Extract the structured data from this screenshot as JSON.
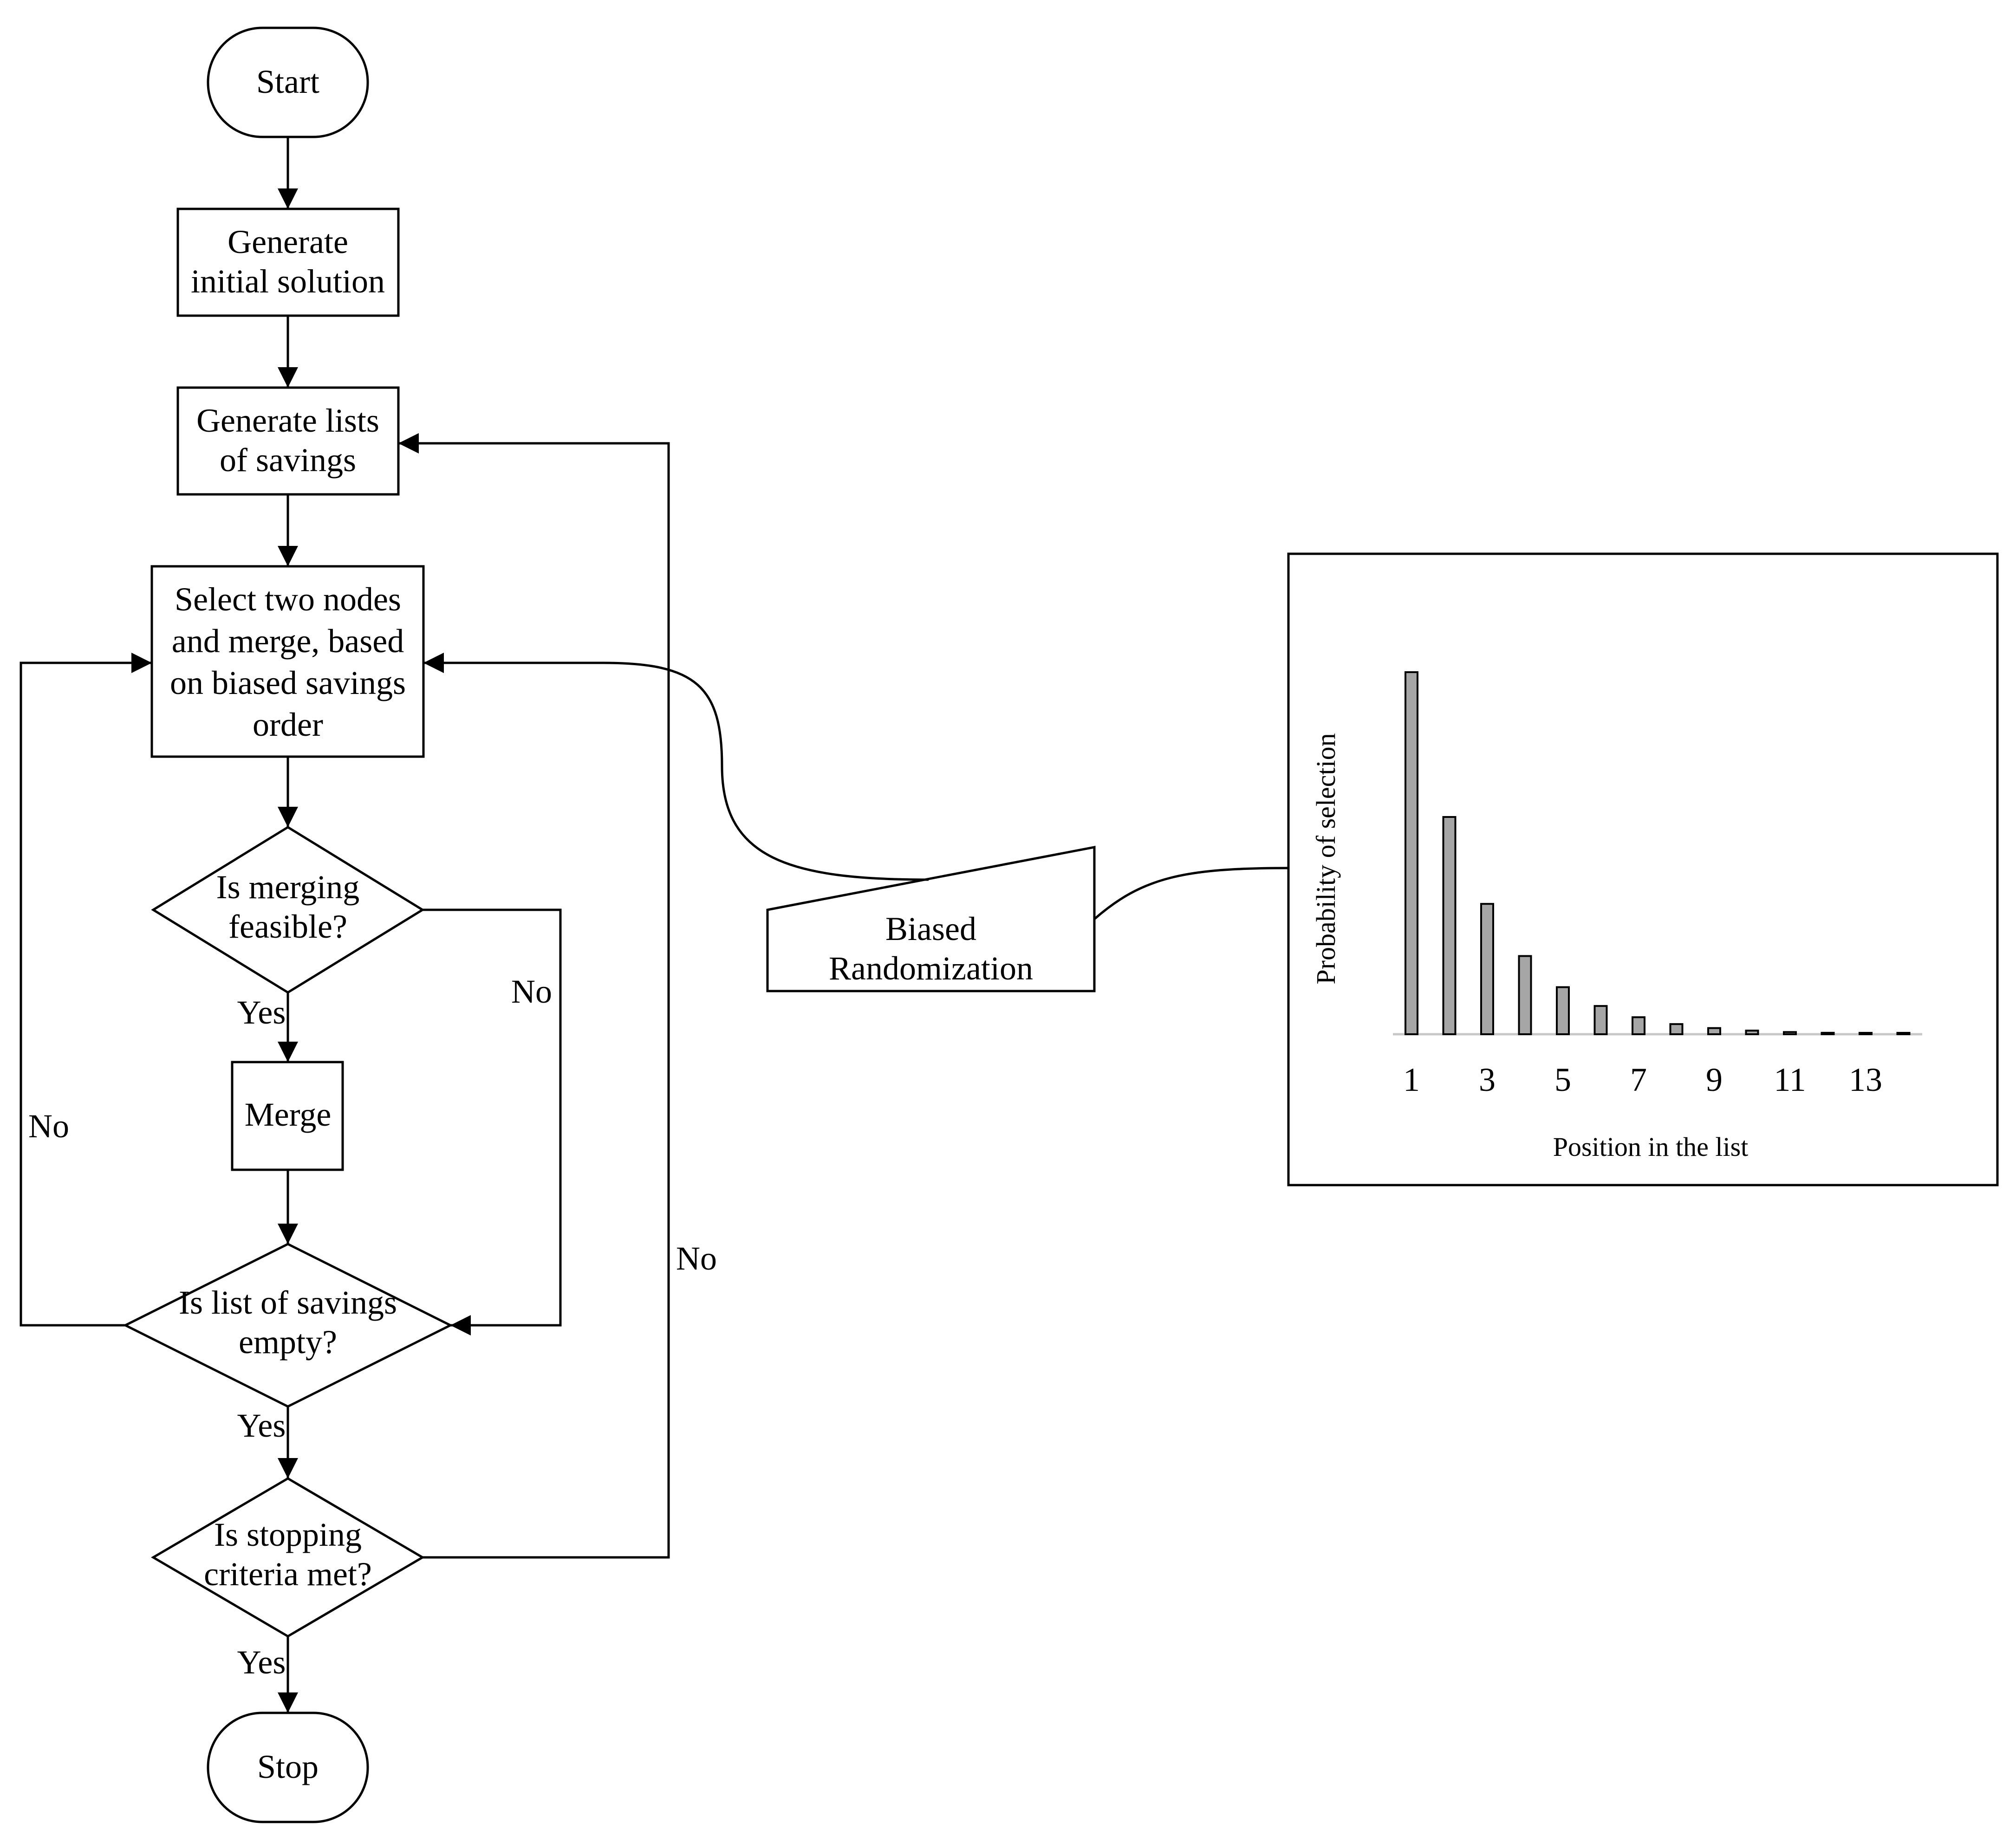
{
  "flowchart": {
    "start": "Start",
    "generate_initial": [
      "Generate",
      "initial solution"
    ],
    "generate_lists": [
      "Generate lists",
      "of savings"
    ],
    "select_merge": [
      "Select two nodes",
      "and merge, based",
      "on biased savings",
      "order"
    ],
    "is_merging_feasible": [
      "Is merging",
      "feasible?"
    ],
    "merge": "Merge",
    "is_list_empty": [
      "Is list of savings",
      "empty?"
    ],
    "is_stopping_met": [
      "Is stopping",
      "criteria met?"
    ],
    "stop": "Stop",
    "biased_randomization": [
      "Biased",
      "Randomization"
    ]
  },
  "edge_labels": {
    "feasible_yes": "Yes",
    "feasible_no": "No",
    "empty_yes": "Yes",
    "empty_no": "No",
    "stopping_yes": "Yes",
    "stopping_no": "No"
  },
  "chart_data": {
    "type": "bar",
    "xlabel": "Position in the list",
    "ylabel": "Probability of selection",
    "x": [
      1,
      2,
      3,
      4,
      5,
      6,
      7,
      8,
      9,
      10,
      11,
      12,
      13,
      14
    ],
    "values": [
      1.0,
      0.6,
      0.36,
      0.216,
      0.13,
      0.078,
      0.047,
      0.028,
      0.017,
      0.01,
      0.006,
      0.004,
      0.002,
      0.001
    ],
    "x_tick_labels": [
      "1",
      "3",
      "5",
      "7",
      "9",
      "11",
      "13"
    ],
    "x_tick_positions": [
      1,
      3,
      5,
      7,
      9,
      11,
      13
    ],
    "bar_color": "#a6a6a6",
    "y_ticks_shown": false,
    "grid": false
  }
}
